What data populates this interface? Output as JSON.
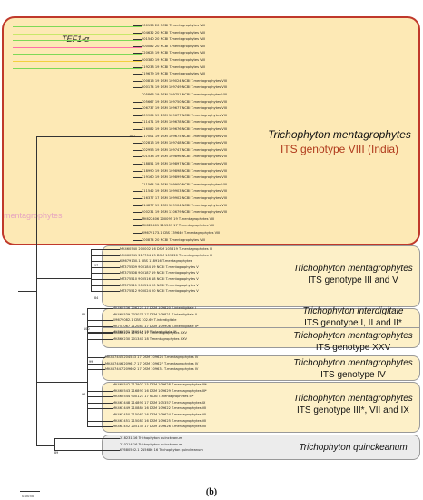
{
  "figure": {
    "panel_label": "(b)",
    "scale_value": "0.0050",
    "gene_label": "TEF1-α",
    "ghost_label": "mentagrophytes"
  },
  "clades": [
    {
      "id": "c8",
      "taxon": "Trichophyton mentagrophytes",
      "subtitle": "ITS genotype VIII (India)",
      "style": "red"
    },
    {
      "id": "c3v",
      "taxon": "Trichophyton mentagrophytes",
      "subtitle": "ITS genotype III and V",
      "style": "yellow"
    },
    {
      "id": "cint",
      "taxon": "Trichophyton interdigitale",
      "subtitle": "ITS genotype I, II and II*",
      "style": "yellow"
    },
    {
      "id": "c25",
      "taxon": "Trichophyton mentagrophytes",
      "subtitle": "ITS genotype XXV",
      "style": "yellow"
    },
    {
      "id": "c4",
      "taxon": "Trichophyton mentagrophytes",
      "subtitle": "ITS genotype IV",
      "style": "yellow"
    },
    {
      "id": "c379",
      "taxon": "Trichophyton mentagrophytes",
      "subtitle": "ITS genotype III*, VII and IX",
      "style": "yellow"
    },
    {
      "id": "cq",
      "taxon": "Trichophyton quinckeanum",
      "subtitle": "",
      "style": "gray"
    }
  ],
  "leaves": [
    "900136 20 NCBI T.mentagrophytes VIII",
    "904632 20 NCBI T.mentagrophytes VIII",
    "901540 20 NCBI T.mentagrophytes VIII",
    "900082 20 NCBI T.mentagrophytes VIII",
    "220625 19 NCBI T.mentagrophytes VIII",
    "900380 19 NCBI T.mentagrophytes VIII",
    "219238 19 NCBI T.mentagrophytes VIII",
    "219679 19 NCBI T.mentagrophytes VIII",
    "200816 19 DSM 109024 NCBI T.mentagrophytes VIII",
    "800174 19 DSM 109749 NCBI T.mentagrophytes VIII",
    "205866 19 DSM 109751 NCBI T.mentagrophytes VIII",
    "205667 19 DSM 109750 NCBI T.mentagrophytes VIII",
    "206737 19 DSM 109677 NCBI T.mentagrophytes VIII",
    "209904 19 DSM 109677 NCBI T.mentagrophytes VIII",
    "211471 19 DSM 109678 NCBI T.mentagrophytes VIII",
    "216082 19 DSM 109676 NCBI T.mentagrophytes VIII",
    "217001 19 DSM 109675 NCBI T.mentagrophytes VIII",
    "202813 19 DSM 109748 NCBI T.mentagrophytes VIII",
    "202953 19 DSM 109747 NCBI T.mentagrophytes VIII",
    "901538 19 DSM 109896 NCBI T.mentagrophytes VIII",
    "218851 19 DSM 109897 NCBI T.mentagrophytes VIII",
    "218990 19 DSM 109898 NCBI T.mentagrophytes VIII",
    "219160 19 DSM 109899 NCBI T.mentagrophytes VIII",
    "211564 19 DSM 109900 NCBI T.mentagrophytes VIII",
    "211542 19 DSM 109903 NCBI T.mentagrophytes VIII",
    "216377 17 DSM 109902 NCBI T.mentagrophytes VIII",
    "214877 19 DSM 109904 NCBI T.mentagrophytes VIII",
    "900231 19 DSM 110679 NCBI T.mentagrophytes VIII",
    "MK622406 200095 19 T.mentagrophytes VIII",
    "MK622401 211509 17 T.mentagrophytes VIII",
    "KM679173.1 CBS 139640 T.mentagrophytes VIII",
    "200874 20 NCBI T.mentagrophytes VIII",
    "MK460540 200002 16 DSM 105819 T.mentagrophytes III",
    "MK460541 217704 15 DSM 109820 T.mentagrophytes III",
    "KM679130.1 CBS 118916 T.mentagrophytes",
    "MT375509 900184 19 NCBI T.mentagrophytes V",
    "MT375508 900187 19 NCBI T.mentagrophytes V",
    "MT375510 900516 18 NCBI T.mentagrophytes V",
    "MT375511 900514 20 NCBI T.mentagrophytes V",
    "MT375512 900024 20 NCBI T.mentagrophytes V",
    "MK460536 206223 17 DSM 109820 T.interdigitale I",
    "MK460539 203075 17 DSM 109821 T.interdigitale II",
    "KM679082.1 CBS 102.69 T.interdigitale",
    "MK751067 212083 17 DSM 109906 T.interdigitale II*",
    "MK866231 250016 18 T.interdigitale II*",
    "MK866229 219292 17 T.mentagrophytes XXV",
    "MK866230 201341 18 T.mentagrophytes XXV",
    "MK467445 204543 17 DSM 109626 T.mentagrophytes IV",
    "MK467446 209617 17 DSM 109627 T.mentagrophytes IV",
    "MK467447 209602 17 DSM 109631 T.mentagrophytes IV",
    "MK460542 217907 15 DSM 109628 T.mentagrophytes III*",
    "MK460543 216893 16 DSM 109629 T.mentagrophytes III*",
    "MK460544 900123 17 NCBI T.mentagrophytes III*",
    "MK467448 214891 17 DSM 105357 T.mentagrophytes IX",
    "MK467449 210884 16 DSM 109622 T.mentagrophytes VII",
    "MK467450 215063 16 DSM 109624 T.mentagrophytes VII",
    "MK467451 215083 16 DSM 109625 T.mentagrophytes VII",
    "MK467452 205135 17 DSM 109626 T.mentagrophytes VII",
    "218231 16 Trichophyton quinckeanum",
    "210214 16 Trichophyton quinckeanum",
    "KY680502.1 215686 16 Trichophyton quinckeanum"
  ],
  "bootstrap": [
    "100",
    "97",
    "84",
    "85",
    "100",
    "99",
    "94",
    "89"
  ]
}
